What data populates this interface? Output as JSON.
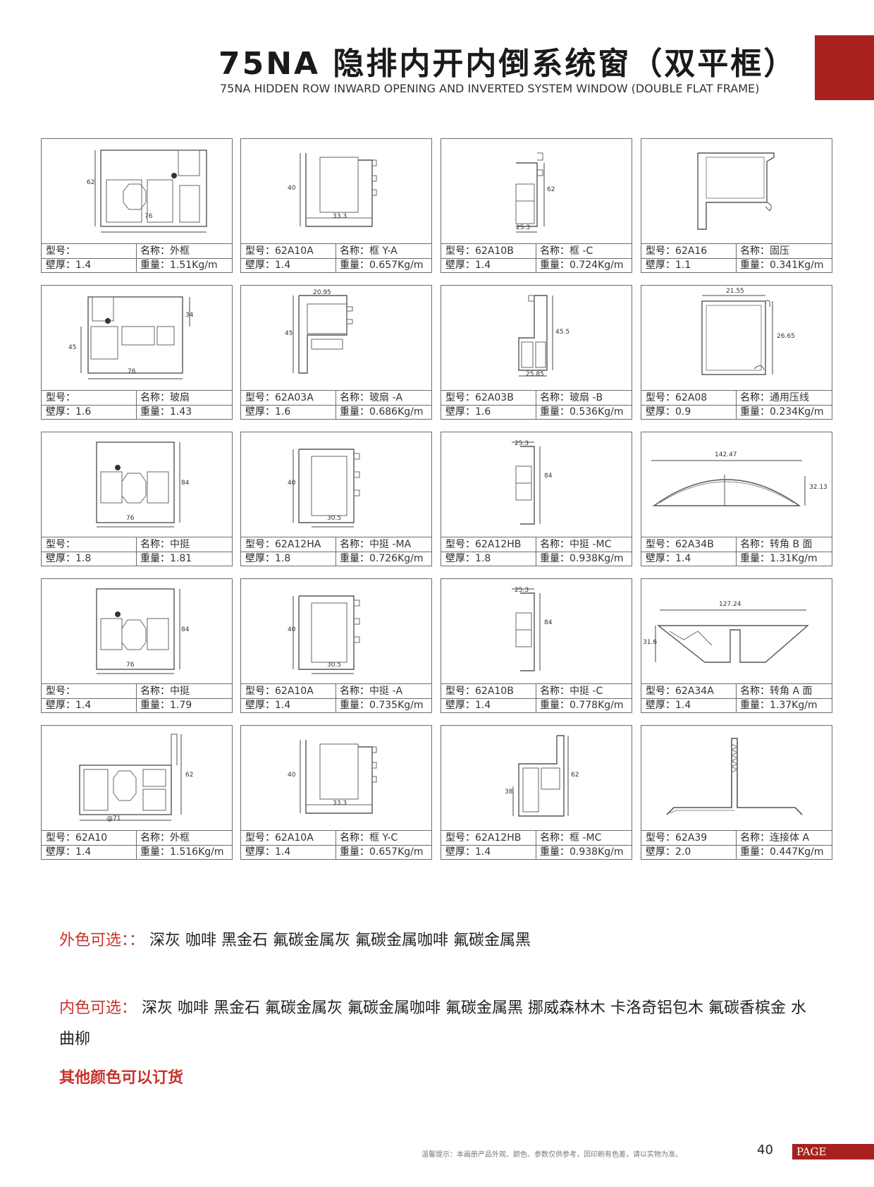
{
  "header": {
    "title_zh": "75NA 隐排内开内倒系统窗（双平框）",
    "title_en": "75NA  HIDDEN ROW INWARD OPENING AND INVERTED SYSTEM WINDOW (DOUBLE FLAT FRAME)"
  },
  "labels": {
    "model": "型号：",
    "name": "名称：",
    "wall": "壁厚：",
    "weight": "重量："
  },
  "cards": [
    {
      "model": "",
      "name": "外框",
      "wall": "1.4",
      "weight": "1.51Kg/m",
      "dims": [
        "62",
        "76"
      ]
    },
    {
      "model": "62A10A",
      "name": "框 Y-A",
      "wall": "1.4",
      "weight": "0.657Kg/m",
      "dims": [
        "40",
        "33.3"
      ]
    },
    {
      "model": "62A10B",
      "name": "框 -C",
      "wall": "1.4",
      "weight": "0.724Kg/m",
      "dims": [
        "62",
        "25.3"
      ]
    },
    {
      "model": "62A16",
      "name": "固压",
      "wall": "1.1",
      "weight": "0.341Kg/m",
      "dims": []
    },
    {
      "model": "",
      "name": "玻扇",
      "wall": "1.6",
      "weight": "1.43",
      "dims": [
        "45",
        "34",
        "76"
      ]
    },
    {
      "model": "62A03A",
      "name": "玻扇 -A",
      "wall": "1.6",
      "weight": "0.686Kg/m",
      "dims": [
        "20.95",
        "45"
      ]
    },
    {
      "model": "62A03B",
      "name": "玻扇 -B",
      "wall": "1.6",
      "weight": "0.536Kg/m",
      "dims": [
        "45.5",
        "25.85"
      ]
    },
    {
      "model": "62A08",
      "name": "通用压线",
      "wall": "0.9",
      "weight": "0.234Kg/m",
      "dims": [
        "21.55",
        "26.65"
      ]
    },
    {
      "model": "",
      "name": "中挺",
      "wall": "1.8",
      "weight": "1.81",
      "dims": [
        "84",
        "76"
      ]
    },
    {
      "model": "62A12HA",
      "name": "中挺 -MA",
      "wall": "1.8",
      "weight": "0.726Kg/m",
      "dims": [
        "40",
        "30.5"
      ]
    },
    {
      "model": "62A12HB",
      "name": "中挺 -MC",
      "wall": "1.8",
      "weight": "0.938Kg/m",
      "dims": [
        "25.3",
        "84"
      ]
    },
    {
      "model": "62A34B",
      "name": "转角 B 面",
      "wall": "1.4",
      "weight": "1.31Kg/m",
      "dims": [
        "142.47",
        "32.13"
      ]
    },
    {
      "model": "",
      "name": "中挺",
      "wall": "1.4",
      "weight": "1.79",
      "dims": [
        "84",
        "76"
      ]
    },
    {
      "model": "62A10A",
      "name": "中挺 -A",
      "wall": "1.4",
      "weight": "0.735Kg/m",
      "dims": [
        "40",
        "30.5"
      ]
    },
    {
      "model": "62A10B",
      "name": "中挺 -C",
      "wall": "1.4",
      "weight": "0.778Kg/m",
      "dims": [
        "25.3",
        "84"
      ]
    },
    {
      "model": "62A34A",
      "name": "转角 A 面",
      "wall": "1.4",
      "weight": "1.37Kg/m",
      "dims": [
        "127.24",
        "31.6"
      ]
    },
    {
      "model": "62A10",
      "name": "外框",
      "wall": "1.4",
      "weight": "1.516Kg/m",
      "dims": [
        "62",
        "@71"
      ]
    },
    {
      "model": "62A10A",
      "name": "框 Y-C",
      "wall": "1.4",
      "weight": "0.657Kg/m",
      "dims": [
        "40",
        "33.3"
      ]
    },
    {
      "model": "62A12HB",
      "name": "框 -MC",
      "wall": "1.4",
      "weight": "0.938Kg/m",
      "dims": [
        "62",
        "38"
      ]
    },
    {
      "model": "62A39",
      "name": "连接体 A",
      "wall": "2.0",
      "weight": "0.447Kg/m",
      "dims": []
    }
  ],
  "colors": {
    "outer_label": "外色可选：：",
    "outer_values": "深灰 咖啡 黑金石 氟碳金属灰 氟碳金属咖啡 氟碳金属黑",
    "inner_label": "内色可选：",
    "inner_values": "深灰  咖啡  黑金石  氟碳金属灰  氟碳金属咖啡  氟碳金属黑  挪威森林木  卡洛奇铝包木  氟碳香槟金 水曲柳",
    "other_note": "其他颜色可以订货"
  },
  "footer": {
    "tip": "温馨提示：本画册产品外观、颜色、参数仅供参考，因印刷有色差，请以实物为准。",
    "page_number": "40",
    "page_label": "PAGE"
  },
  "accent_color": "#a8211e",
  "highlight_color": "#c9332b"
}
